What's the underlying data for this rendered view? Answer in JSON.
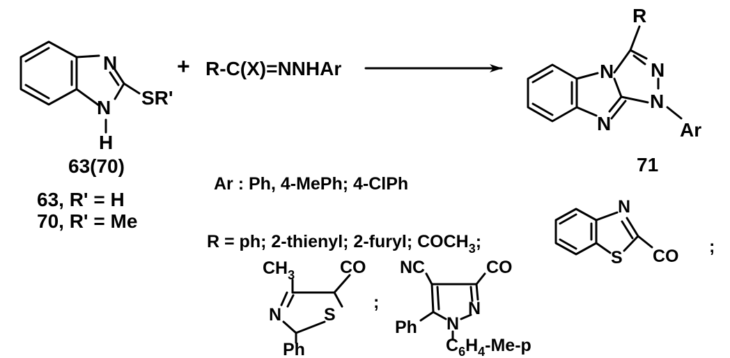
{
  "reactant1": {
    "n_top": "N",
    "n_bottom": "N",
    "h": "H",
    "sr": "SR'",
    "label": "63(70)",
    "note_63": "63, R' = H",
    "note_70": "70, R' = Me"
  },
  "plus": "+",
  "reagent": "R-C(X)=NNHAr",
  "product": {
    "r": "R",
    "n1": "N",
    "n2": "N",
    "n3": "N",
    "n4": "N",
    "ar": "Ar",
    "label": "71"
  },
  "ar_line": "Ar : Ph, 4-MePh; 4-ClPh",
  "r_line": {
    "main": "R = ph; 2-thienyl; 2-furyl; COCH",
    "sub": "3",
    "tail": ";"
  },
  "benzothiazole": {
    "n": "N",
    "s": "S",
    "co": "CO",
    "sep": ";"
  },
  "thiazoline": {
    "ch": "CH",
    "sub": "3",
    "co": "CO",
    "n": "N",
    "s": "S",
    "ph": "Ph",
    "sep": ";"
  },
  "pyrazole": {
    "nc": "NC",
    "co": "CO",
    "ph": "Ph",
    "n1": "N",
    "n2": "N",
    "sub_c": "C",
    "sub_6": "6",
    "sub_h": "H",
    "sub_4": "4",
    "sub_tail": "-Me-p"
  }
}
